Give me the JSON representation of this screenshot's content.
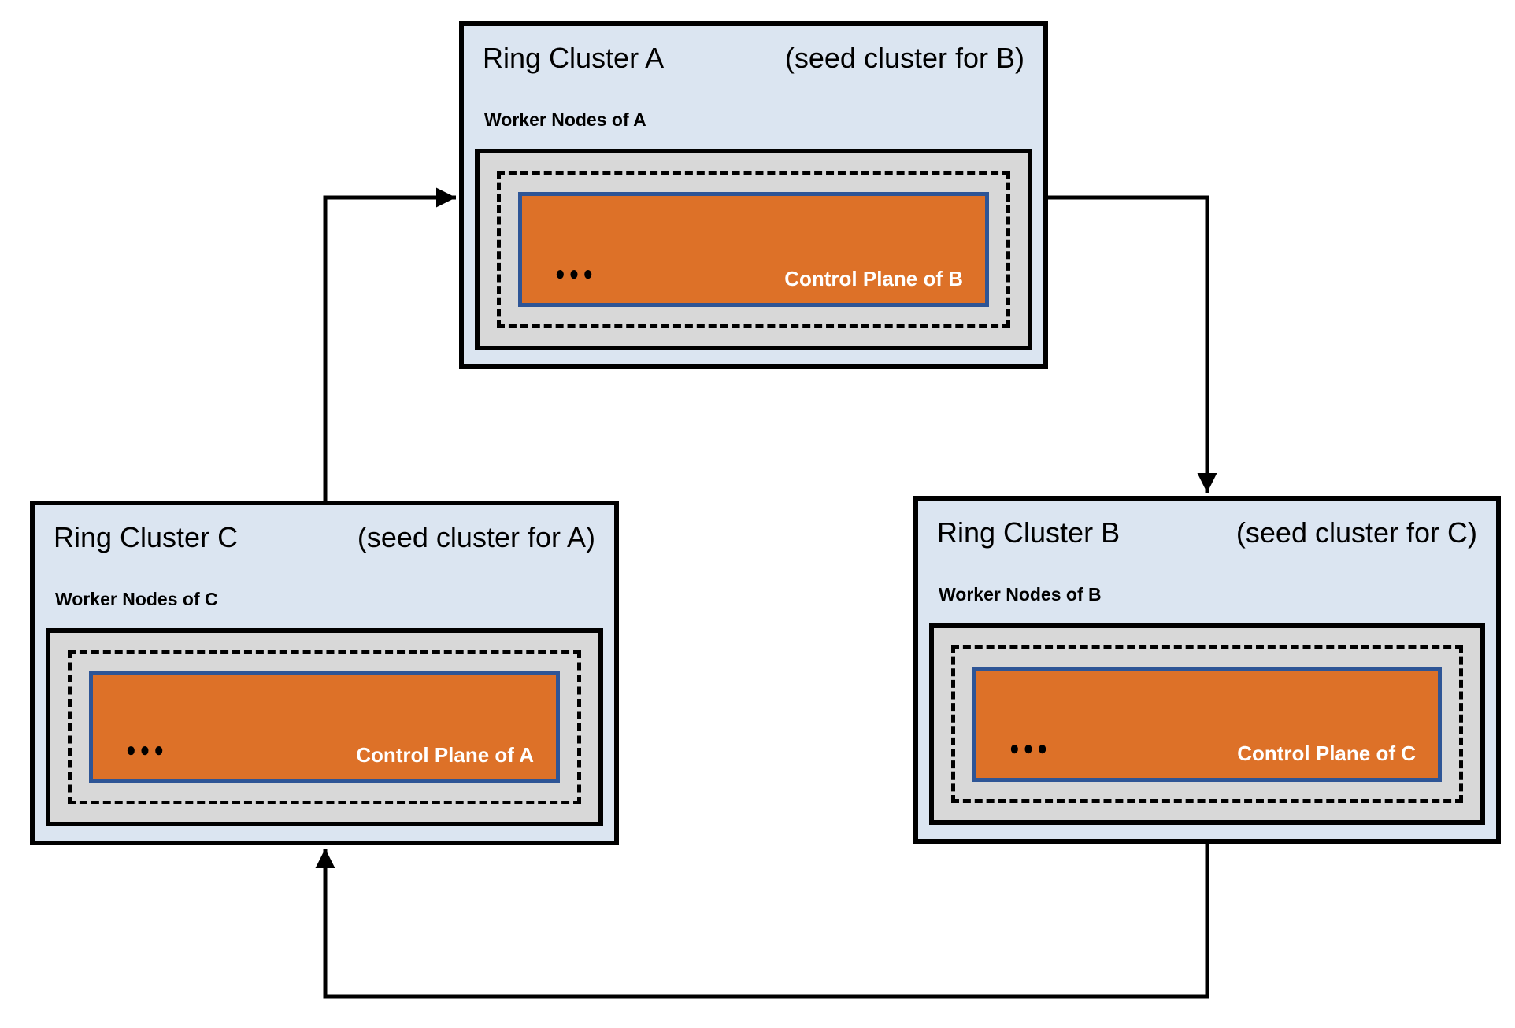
{
  "diagram": {
    "clusters": [
      {
        "name": "Ring Cluster A",
        "seed_note": "(seed cluster for B)",
        "worker_label": "Worker Nodes of A",
        "dots": "●●●",
        "control_plane_label": "Control Plane of B"
      },
      {
        "name": "Ring Cluster B",
        "seed_note": "(seed cluster for C)",
        "worker_label": "Worker Nodes of B",
        "dots": "●●●",
        "control_plane_label": "Control Plane of C"
      },
      {
        "name": "Ring Cluster C",
        "seed_note": "(seed cluster for A)",
        "worker_label": "Worker Nodes of C",
        "dots": "●●●",
        "control_plane_label": "Control Plane of A"
      }
    ],
    "arrows": [
      {
        "from": "Ring Cluster A",
        "to": "Ring Cluster B"
      },
      {
        "from": "Ring Cluster B",
        "to": "Ring Cluster C"
      },
      {
        "from": "Ring Cluster C",
        "to": "Ring Cluster A"
      }
    ],
    "colors": {
      "cluster_fill": "#dbe5f1",
      "cluster_border": "#000000",
      "worker_box_fill": "#d8d8d8",
      "control_plane_fill": "#dd7128",
      "control_plane_border": "#2e5596",
      "control_plane_text": "#ffffff",
      "connector": "#000000"
    }
  }
}
